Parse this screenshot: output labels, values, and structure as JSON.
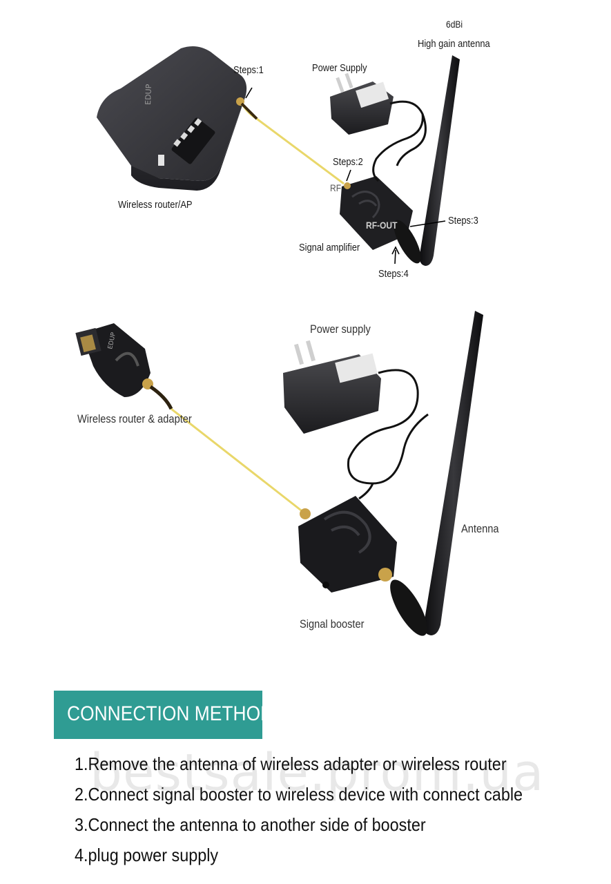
{
  "top_scene": {
    "antenna_gain": "6dBi",
    "antenna_label": "High gain antenna",
    "power_supply": "Power Supply",
    "router": "Wireless router/AP",
    "amplifier": "Signal amplifier",
    "step1": "Steps:1",
    "step2": "Steps:2",
    "step3": "Steps:3",
    "step4": "Steps:4",
    "rf_in": "RF",
    "rf_out": "RF-OUT",
    "brand": "EDUP"
  },
  "bottom_scene": {
    "power_supply": "Power supply",
    "adapter": "Wireless router & adapter",
    "antenna": "Antenna",
    "booster": "Signal booster",
    "brand": "EDUP"
  },
  "section": {
    "title": "CONNECTION METHOD",
    "steps": [
      "1.Remove the antenna of wireless adapter or wireless router",
      "2.Connect signal booster to wireless device with connect cable",
      "3.Connect the antenna to another side of booster",
      "4.plug power supply"
    ]
  },
  "watermark": "bestsale.prom.ua",
  "colors": {
    "banner": "#2f9c93",
    "device": "#2a2a2e",
    "cable": "#e9d76a",
    "connector": "#c9a24a"
  }
}
